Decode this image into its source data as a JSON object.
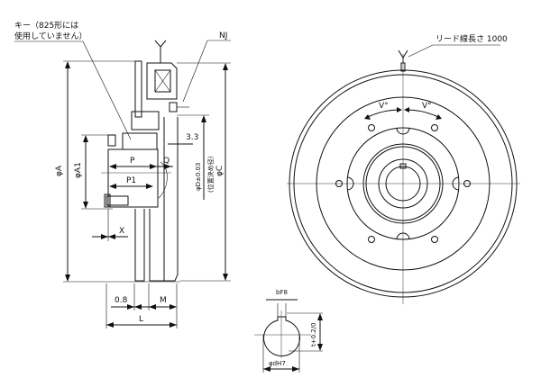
{
  "callouts": {
    "key_line1": "キー（825形には",
    "key_line2": "使用していません）",
    "nj": "NJ",
    "lead_wire": "リード線長さ 1000"
  },
  "dimensions": {
    "phi_a": "φA",
    "phi_a1": "φA1",
    "phi_c": "φC",
    "phi_d": "φD±0.03",
    "phi_d_note": "(位置決め径)",
    "gap_3_3": "3.3",
    "p": "P",
    "p1": "P1",
    "q": "Q",
    "x": "X",
    "gap_0_8": "0.8",
    "m": "M",
    "l": "L",
    "v_left": "V°",
    "v_right": "V°"
  },
  "shaft_section": {
    "key_width": "bF8",
    "key_depth": "t+0.2/0",
    "bore": "φdH7"
  }
}
